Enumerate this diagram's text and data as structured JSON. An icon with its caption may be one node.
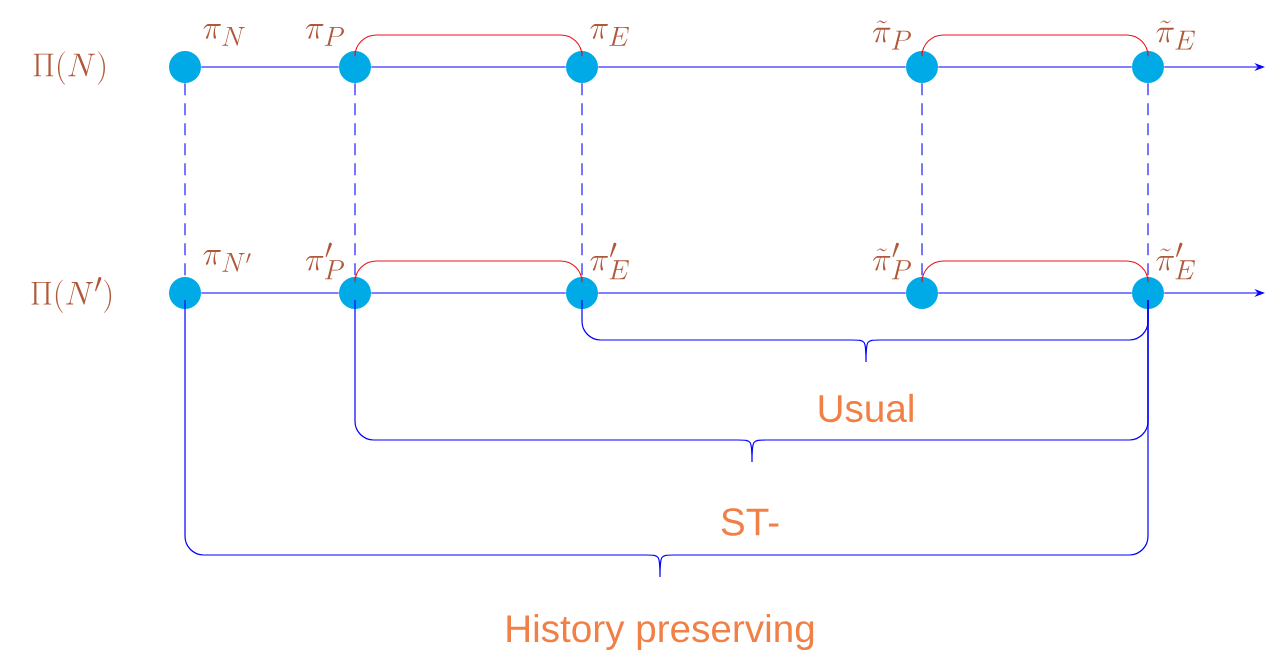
{
  "diagram": {
    "nodes": [
      {
        "text": [],
        "shape": "circle",
        "beside": [
          "\\pi_N"
        ]
      },
      {
        "text": [],
        "shape": "circle",
        "beside": [
          "\\pi_P"
        ]
      },
      {
        "text": [],
        "shape": "circle",
        "beside": [
          "\\pi_E"
        ]
      },
      {
        "text": [],
        "shape": "circle",
        "beside": [
          "\\tilde{\\pi}_P"
        ]
      },
      {
        "text": [],
        "shape": "circle",
        "beside": [
          "\\tilde{\\pi}_E"
        ]
      },
      {
        "text": [],
        "shape": "circle",
        "beside": [
          "\\pi_{N'}"
        ]
      },
      {
        "text": [],
        "shape": "circle",
        "beside": [
          "\\pi'_P"
        ]
      },
      {
        "text": [],
        "shape": "circle",
        "beside": [
          "\\pi'_E"
        ]
      },
      {
        "text": [],
        "shape": "circle",
        "beside": [
          "\\tilde{\\pi}'_P"
        ]
      },
      {
        "text": [],
        "shape": "circle",
        "beside": [
          "\\tilde{\\pi}'_E"
        ]
      }
    ],
    "edges": [
      {
        "from": 0,
        "to": 1,
        "arrow": "none"
      },
      {
        "from": 1,
        "to": 2,
        "arrow": "none"
      },
      {
        "from": 2,
        "to": 3,
        "arrow": "none"
      },
      {
        "from": 3,
        "to": 4,
        "arrow": "none"
      },
      {
        "from": 4,
        "to": null,
        "arrow": "to"
      },
      {
        "from": 5,
        "to": 6,
        "arrow": "none"
      },
      {
        "from": 6,
        "to": 7,
        "arrow": "none"
      },
      {
        "from": 7,
        "to": 8,
        "arrow": "none"
      },
      {
        "from": 8,
        "to": 9,
        "arrow": "none"
      },
      {
        "from": 9,
        "to": null,
        "arrow": "to"
      },
      {
        "from": 1,
        "to": 2,
        "arrow": "none",
        "color": "#e8151b"
      },
      {
        "from": 3,
        "to": 4,
        "arrow": "none",
        "color": "#e8151b"
      },
      {
        "from": 6,
        "to": 7,
        "arrow": "none",
        "color": "#e8151b"
      },
      {
        "from": 8,
        "to": 9,
        "arrow": "none",
        "color": "#e8151b"
      },
      {
        "from": 0,
        "to": 5,
        "arrow": "none",
        "style": "dashed"
      },
      {
        "from": 1,
        "to": 6,
        "arrow": "none",
        "style": "dashed"
      },
      {
        "from": 2,
        "to": 7,
        "arrow": "none",
        "style": "dashed"
      },
      {
        "from": 3,
        "to": 8,
        "arrow": "none",
        "style": "dashed"
      },
      {
        "from": 4,
        "to": 9,
        "arrow": "none",
        "style": "dashed"
      }
    ],
    "labels": [
      "\\Pi(N)",
      "\\Pi(N')",
      "Usual",
      "ST-",
      "History preserving"
    ]
  }
}
